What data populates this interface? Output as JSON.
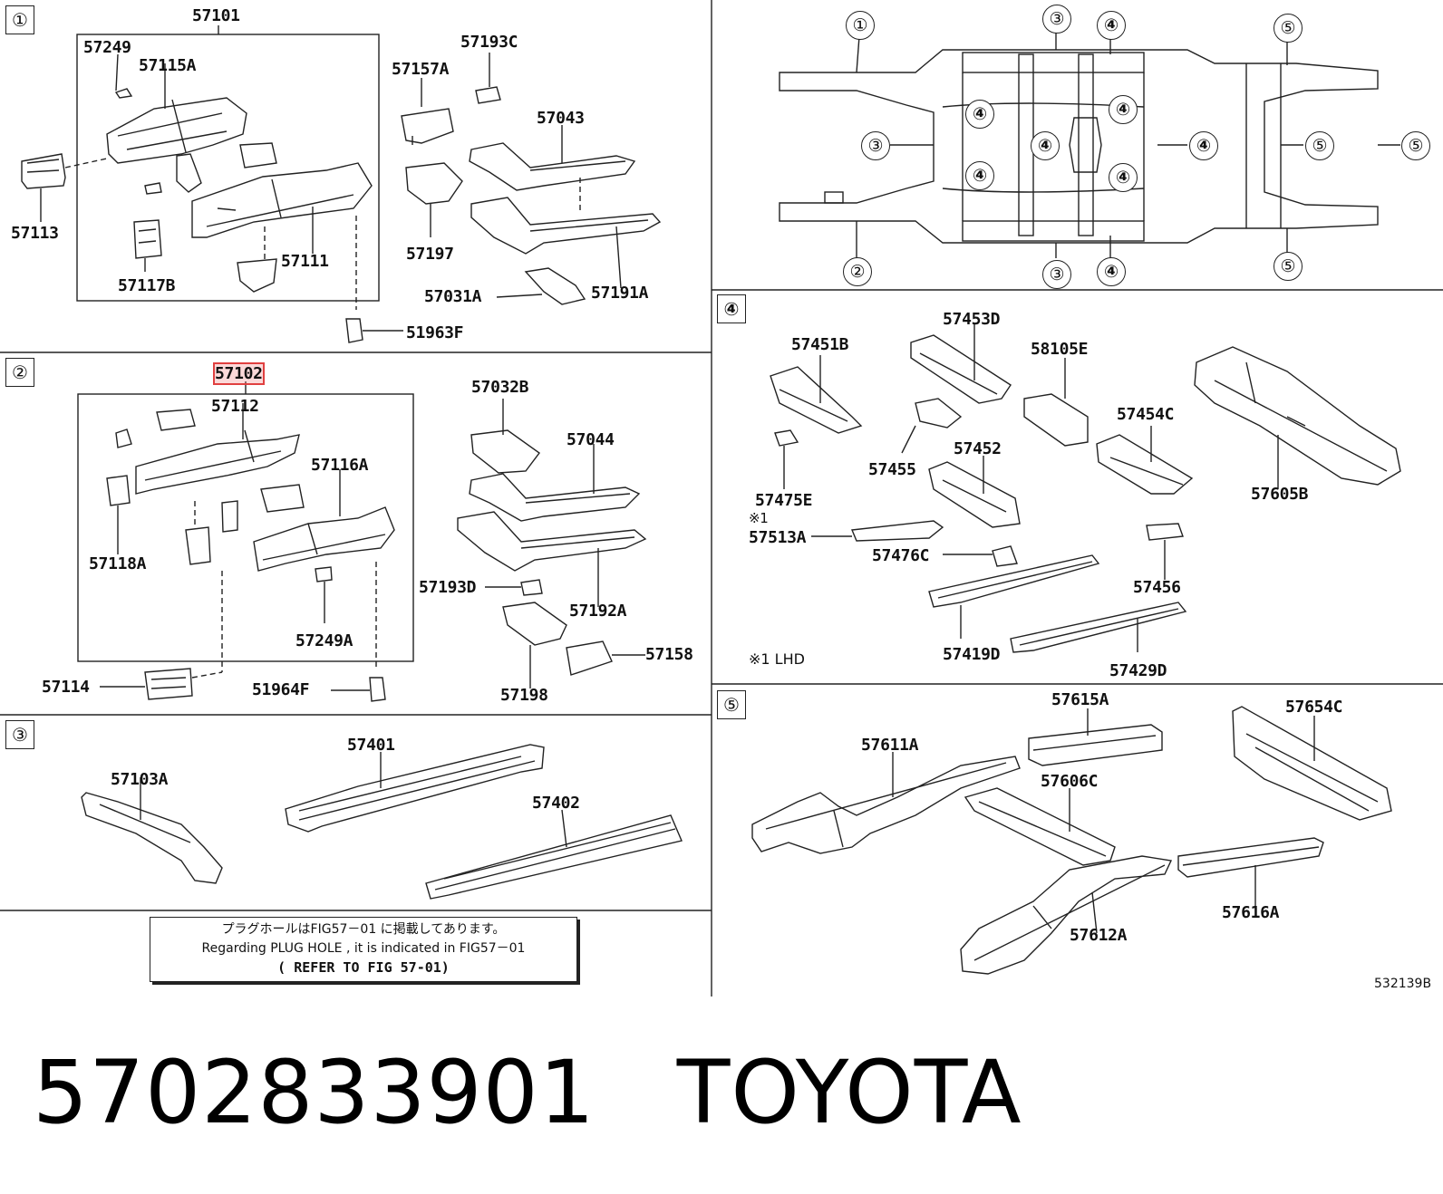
{
  "sections": {
    "s1": "①",
    "s2": "②",
    "s3": "③",
    "s4": "④",
    "s5": "⑤"
  },
  "frame_markers": {
    "top_1": "①",
    "top_3": "③",
    "top_4": "④",
    "left_3": "③",
    "bottom_2": "②",
    "bottom_3": "③",
    "bottom_4": "④",
    "right_5_top": "⑤",
    "right_5_bottom": "⑤",
    "right_5_far": "⑤",
    "right_5_mid": "⑤",
    "mid_4_right": "④",
    "mid_4_center": "④",
    "rail_4_a": "④",
    "rail_4_b": "④",
    "rail_4_c": "④",
    "rail_4_d": "④"
  },
  "parts": {
    "p57101": "57101",
    "p57249": "57249",
    "p57115A": "57115A",
    "p57113": "57113",
    "p57117B": "57117B",
    "p57111": "57111",
    "p57157A": "57157A",
    "p57193C": "57193C",
    "p57043": "57043",
    "p57197": "57197",
    "p57031A": "57031A",
    "p57191A": "57191A",
    "p51963F": "51963F",
    "p57102": "57102",
    "p57112": "57112",
    "p57116A": "57116A",
    "p57118A": "57118A",
    "p57249A": "57249A",
    "p57114": "57114",
    "p51964F": "51964F",
    "p57032B": "57032B",
    "p57044": "57044",
    "p57193D": "57193D",
    "p57192A": "57192A",
    "p57158": "57158",
    "p57198": "57198",
    "p57103A": "57103A",
    "p57401": "57401",
    "p57402": "57402",
    "p57453D": "57453D",
    "p57451B": "57451B",
    "p58105E": "58105E",
    "p57454C": "57454C",
    "p57455": "57455",
    "p57452": "57452",
    "p57475E": "57475E",
    "p57513A": "57513A",
    "p57476C": "57476C",
    "p57605B": "57605B",
    "p57456": "57456",
    "p57419D": "57419D",
    "p57429D": "57429D",
    "p57615A": "57615A",
    "p57654C": "57654C",
    "p57611A": "57611A",
    "p57606C": "57606C",
    "p57616A": "57616A",
    "p57612A": "57612A"
  },
  "note_mark": "※1",
  "lhd_note": "※1 LHD",
  "note": {
    "jp": "プラグホールはFIG57－01 に掲載してあります。",
    "en": "Regarding  PLUG HOLE , it is indicated  in  FIG57－01",
    "refer": "( REFER TO FIG 57-01)"
  },
  "drawing_code": "532139B",
  "footer": {
    "part_number": "5702833901",
    "brand": "TOYOTA"
  }
}
